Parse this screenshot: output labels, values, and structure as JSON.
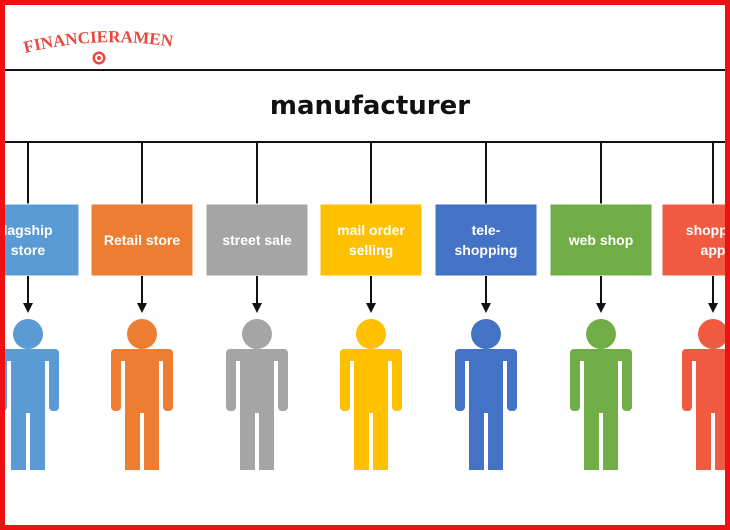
{
  "logo": {
    "text": "FINANCIERAMENTE",
    "color": "#e8483f"
  },
  "title": "manufacturer",
  "channels": [
    {
      "label_lines": [
        "lagship",
        "store"
      ],
      "color": "#5b9bd5"
    },
    {
      "label_lines": [
        "Retail store"
      ],
      "color": "#ed7d31"
    },
    {
      "label_lines": [
        "street sale"
      ],
      "color": "#a5a5a5"
    },
    {
      "label_lines": [
        "mail order",
        "selling"
      ],
      "color": "#ffc000"
    },
    {
      "label_lines": [
        "tele-",
        "shopping"
      ],
      "color": "#4472c4"
    },
    {
      "label_lines": [
        "web shop"
      ],
      "color": "#70ad47"
    },
    {
      "label_lines": [
        "shoppin",
        "app"
      ],
      "color": "#f05a40"
    }
  ]
}
